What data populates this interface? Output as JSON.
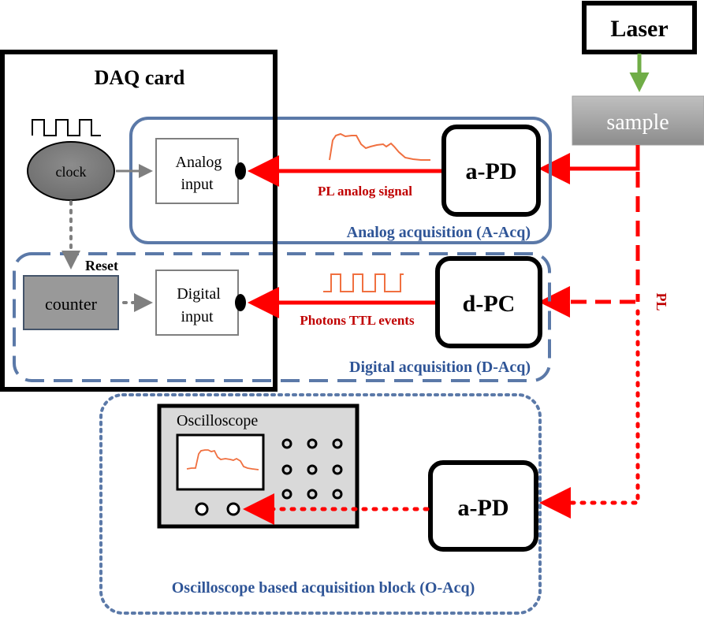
{
  "laser": {
    "label": "Laser"
  },
  "sample": {
    "label": "sample"
  },
  "daq": {
    "title": "DAQ card",
    "clock_label": "clock",
    "reset_label": "Reset",
    "counter_label": "counter",
    "analog_input": {
      "line1": "Analog",
      "line2": "input"
    },
    "digital_input": {
      "line1": "Digital",
      "line2": "input"
    }
  },
  "analog_block": {
    "detector": "a-PD",
    "signal_label": "PL analog signal",
    "caption": "Analog acquisition (A-Acq)"
  },
  "digital_block": {
    "detector": "d-PC",
    "signal_label": "Photons TTL events",
    "caption": "Digital acquisition (D-Acq)"
  },
  "pl_label": "PL",
  "osc_block": {
    "detector": "a-PD",
    "scope_title": "Oscilloscope",
    "caption": "Oscilloscope based acquisition block (O-Acq)"
  },
  "colors": {
    "red": "#ff0000",
    "dark_red": "#c00000",
    "blue_frame": "#5b79a8",
    "caption_blue": "#2f5597",
    "green_arrow": "#70ad47",
    "trace_orange": "#f07040",
    "gray_arrow": "#7f7f7f",
    "clock_fill": "#808080",
    "counter_fill": "#999999",
    "scope_body": "#d9d9d9"
  }
}
